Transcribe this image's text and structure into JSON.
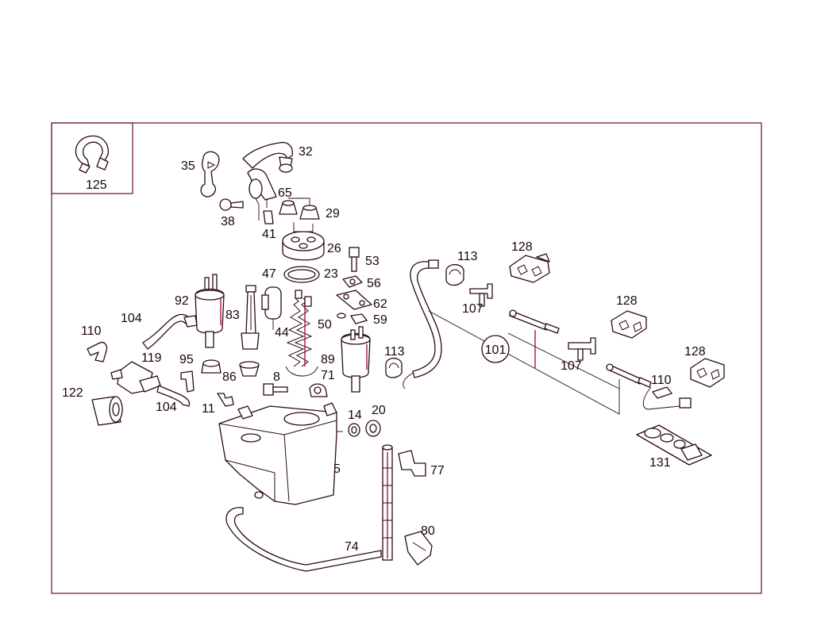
{
  "diagram": {
    "inset_label": "125",
    "circle_label": "101",
    "labels": {
      "l35": "35",
      "l32": "32",
      "l65": "65",
      "l29": "29",
      "l38": "38",
      "l41": "41",
      "l26": "26",
      "l53": "53",
      "l47": "47",
      "l23": "23",
      "l56": "56",
      "l92": "92",
      "l62": "62",
      "l83": "83",
      "l59": "59",
      "l50": "50",
      "l104a": "104",
      "l110a": "110",
      "l44": "44",
      "l119": "119",
      "l95": "95",
      "l89": "89",
      "l113a": "113",
      "l86": "86",
      "l8": "8",
      "l71": "71",
      "l122": "122",
      "l104b": "104",
      "l11": "11",
      "l14": "14",
      "l20": "20",
      "l5": "5",
      "l77": "77",
      "l80": "80",
      "l74": "74",
      "l113b": "113",
      "l128a": "128",
      "l107a": "107",
      "l128b": "128",
      "l107b": "107",
      "l128c": "128",
      "l110b": "110",
      "l131": "131"
    }
  }
}
